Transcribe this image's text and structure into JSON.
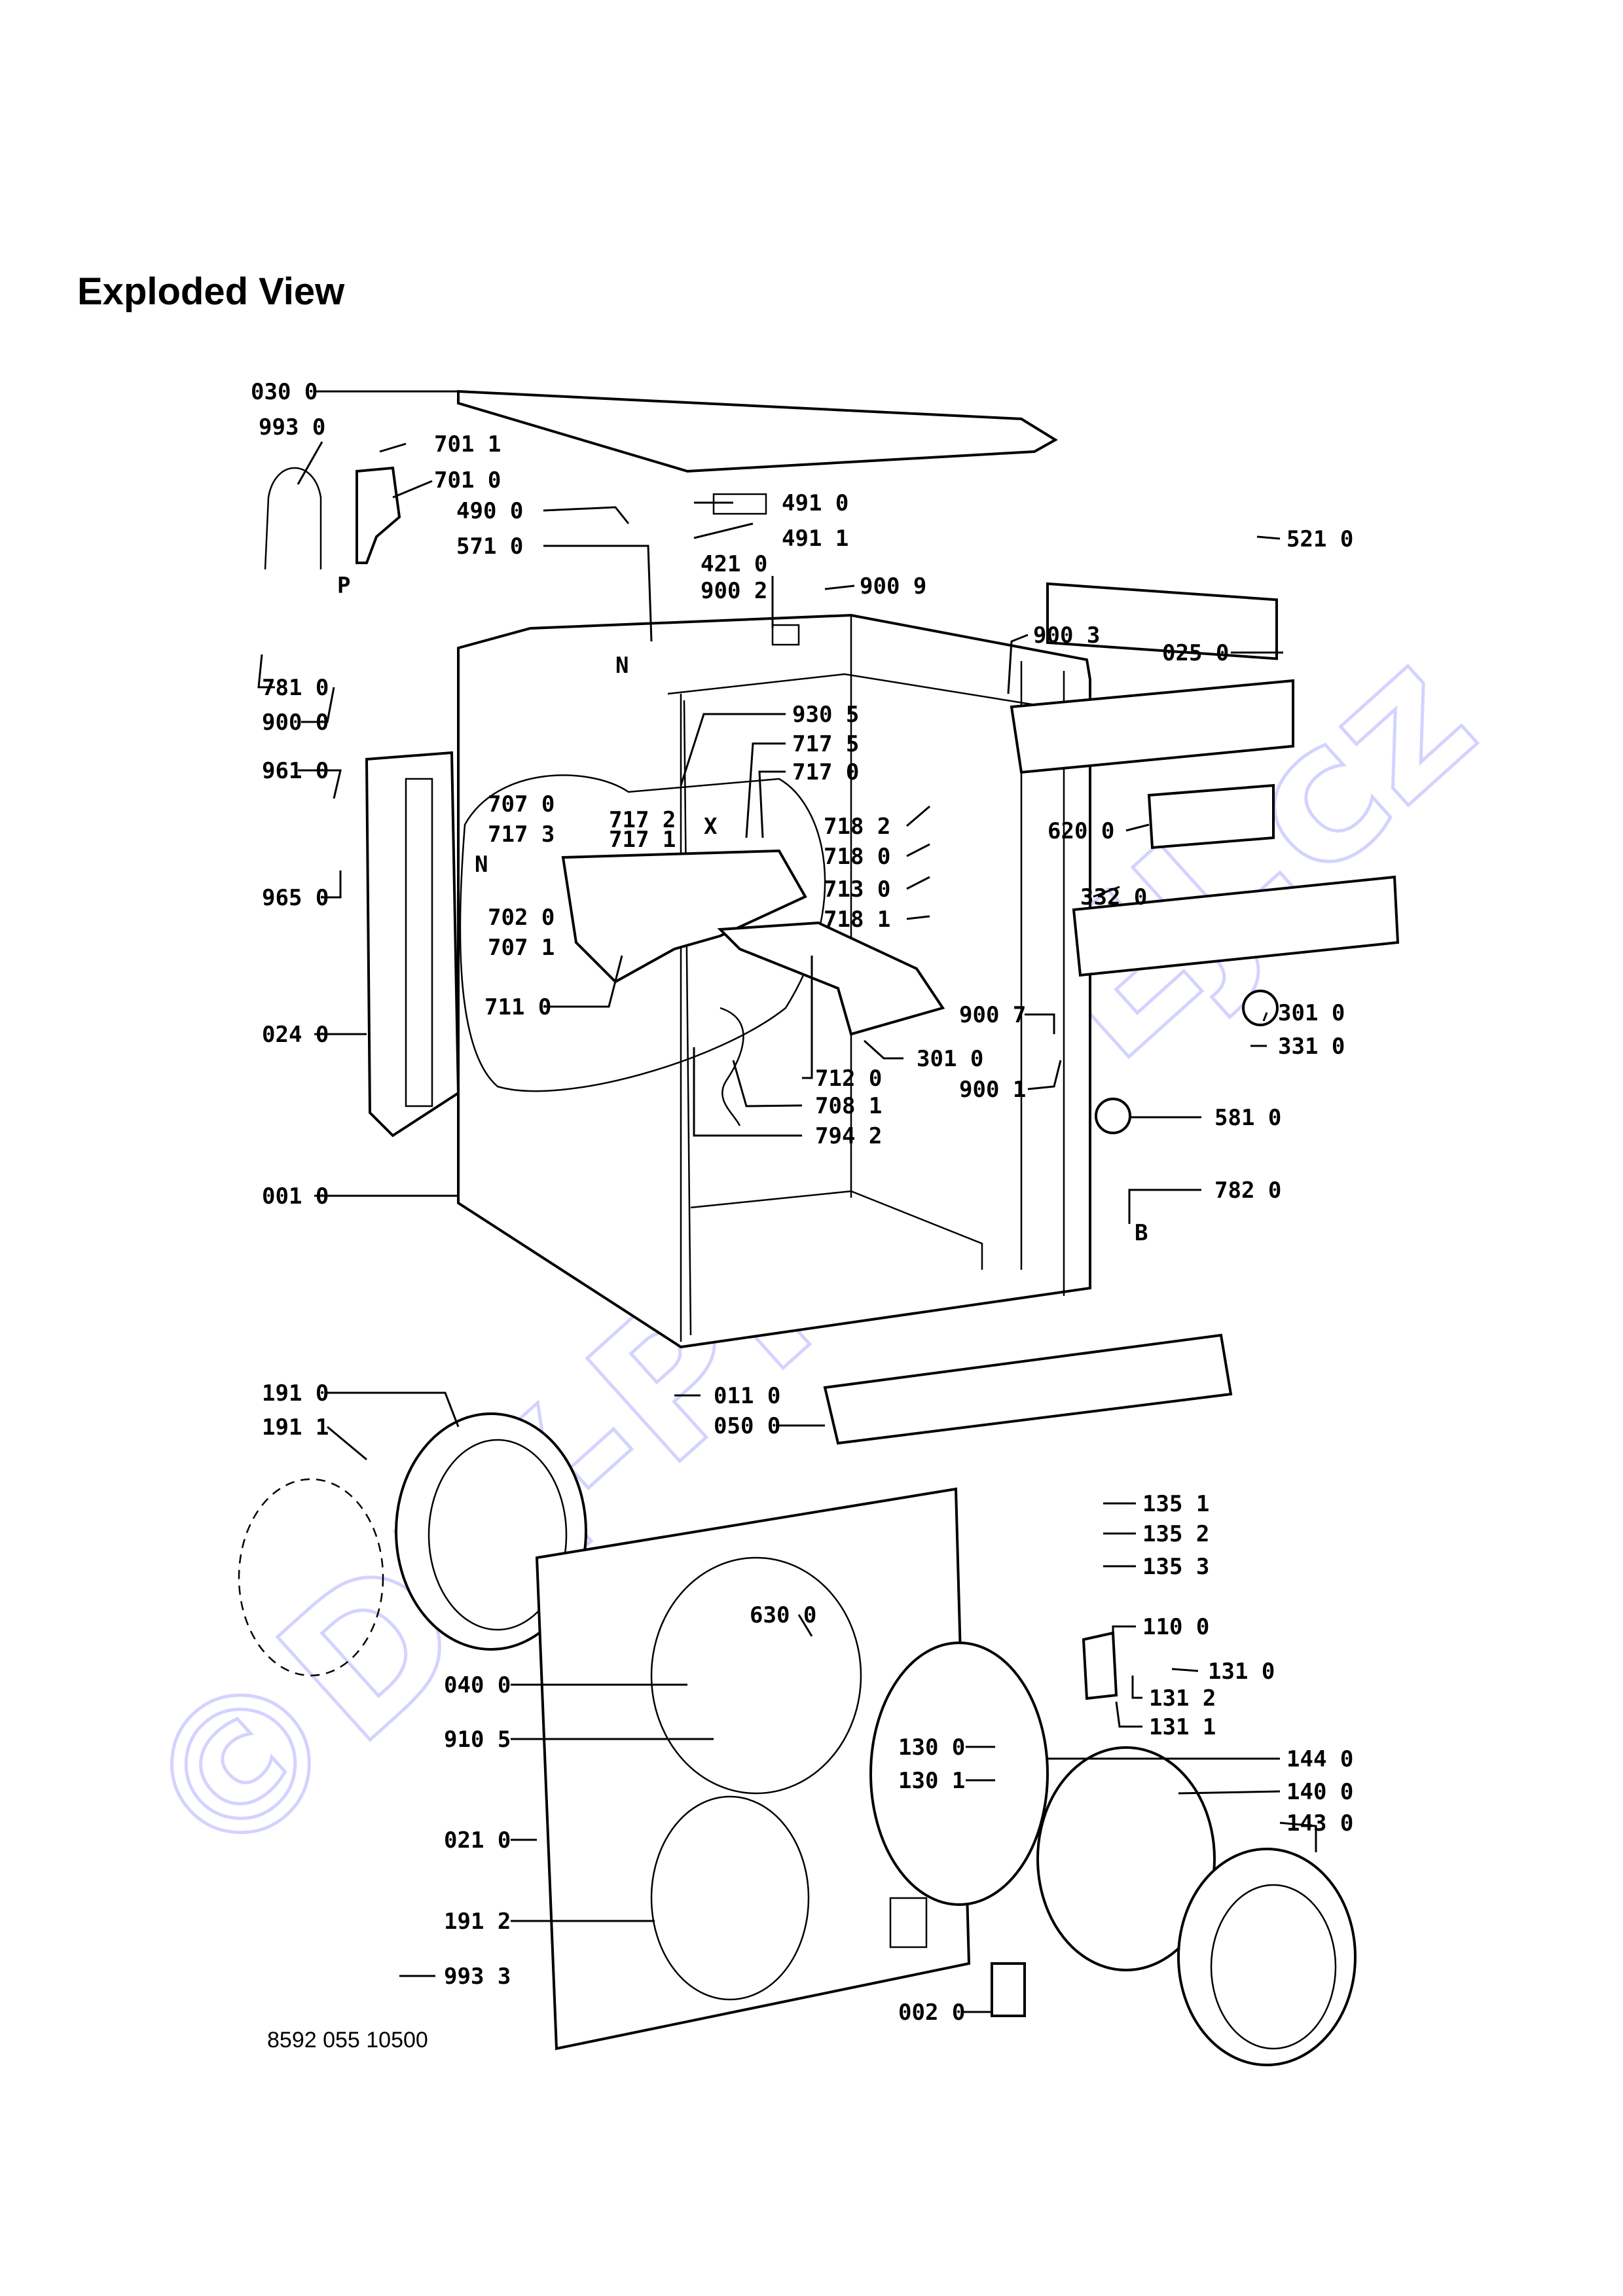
{
  "title": "Exploded View",
  "doc_number": "8592 055 10500",
  "watermark": "©DIY-PRODEJ.cz",
  "colors": {
    "watermark": "#d3d3ff",
    "ink": "#000000"
  },
  "labels": [
    {
      "id": "030_0",
      "text": "030 0"
    },
    {
      "id": "993_0",
      "text": "993 0"
    },
    {
      "id": "701_1",
      "text": "701 1"
    },
    {
      "id": "701_0",
      "text": "701 0"
    },
    {
      "id": "490_0",
      "text": "490 0"
    },
    {
      "id": "491_0",
      "text": "491 0"
    },
    {
      "id": "491_1",
      "text": "491 1"
    },
    {
      "id": "571_0",
      "text": "571 0"
    },
    {
      "id": "421_0",
      "text": "421 0"
    },
    {
      "id": "900_2",
      "text": "900 2"
    },
    {
      "id": "900_9",
      "text": "900 9"
    },
    {
      "id": "521_0",
      "text": "521 0"
    },
    {
      "id": "p",
      "text": "P"
    },
    {
      "id": "781_0",
      "text": "781 0"
    },
    {
      "id": "900_0",
      "text": "900 0"
    },
    {
      "id": "n1",
      "text": "N"
    },
    {
      "id": "900_3",
      "text": "900 3"
    },
    {
      "id": "025_0",
      "text": "025 0"
    },
    {
      "id": "961_0",
      "text": "961 0"
    },
    {
      "id": "930_5",
      "text": "930 5"
    },
    {
      "id": "717_5",
      "text": "717 5"
    },
    {
      "id": "717_0",
      "text": "717 0"
    },
    {
      "id": "707_0",
      "text": "707 0"
    },
    {
      "id": "717_2",
      "text": "717 2"
    },
    {
      "id": "717_3",
      "text": "717 3"
    },
    {
      "id": "717_1",
      "text": "717 1"
    },
    {
      "id": "x",
      "text": "X"
    },
    {
      "id": "718_2",
      "text": "718 2"
    },
    {
      "id": "718_0",
      "text": "718 0"
    },
    {
      "id": "620_0",
      "text": "620 0"
    },
    {
      "id": "965_0",
      "text": "965 0"
    },
    {
      "id": "n2",
      "text": "N"
    },
    {
      "id": "713_0",
      "text": "713 0"
    },
    {
      "id": "332_0",
      "text": "332 0"
    },
    {
      "id": "702_0",
      "text": "702 0"
    },
    {
      "id": "718_1",
      "text": "718 1"
    },
    {
      "id": "707_1",
      "text": "707 1"
    },
    {
      "id": "711_0",
      "text": "711 0"
    },
    {
      "id": "900_7",
      "text": "900 7"
    },
    {
      "id": "301_0a",
      "text": "301 0"
    },
    {
      "id": "331_0",
      "text": "331 0"
    },
    {
      "id": "024_0",
      "text": "024 0"
    },
    {
      "id": "301_0b",
      "text": "301 0"
    },
    {
      "id": "712_0",
      "text": "712 0"
    },
    {
      "id": "708_1",
      "text": "708 1"
    },
    {
      "id": "900_1",
      "text": "900 1"
    },
    {
      "id": "794_2",
      "text": "794 2"
    },
    {
      "id": "581_0",
      "text": "581 0"
    },
    {
      "id": "001_0",
      "text": "001 0"
    },
    {
      "id": "782_0",
      "text": "782 0"
    },
    {
      "id": "b",
      "text": "B"
    },
    {
      "id": "191_0",
      "text": "191 0"
    },
    {
      "id": "011_0",
      "text": "011 0"
    },
    {
      "id": "191_1",
      "text": "191 1"
    },
    {
      "id": "050_0",
      "text": "050 0"
    },
    {
      "id": "135_1",
      "text": "135 1"
    },
    {
      "id": "135_2",
      "text": "135 2"
    },
    {
      "id": "135_3",
      "text": "135 3"
    },
    {
      "id": "630_0",
      "text": "630 0"
    },
    {
      "id": "110_0",
      "text": "110 0"
    },
    {
      "id": "040_0",
      "text": "040 0"
    },
    {
      "id": "131_0",
      "text": "131 0"
    },
    {
      "id": "131_2",
      "text": "131 2"
    },
    {
      "id": "910_5",
      "text": "910 5"
    },
    {
      "id": "131_1",
      "text": "131 1"
    },
    {
      "id": "130_0",
      "text": "130 0"
    },
    {
      "id": "144_0",
      "text": "144 0"
    },
    {
      "id": "130_1",
      "text": "130 1"
    },
    {
      "id": "140_0",
      "text": "140 0"
    },
    {
      "id": "021_0",
      "text": "021 0"
    },
    {
      "id": "143_0",
      "text": "143 0"
    },
    {
      "id": "191_2",
      "text": "191 2"
    },
    {
      "id": "993_3",
      "text": "993 3"
    },
    {
      "id": "002_0",
      "text": "002 0"
    }
  ]
}
